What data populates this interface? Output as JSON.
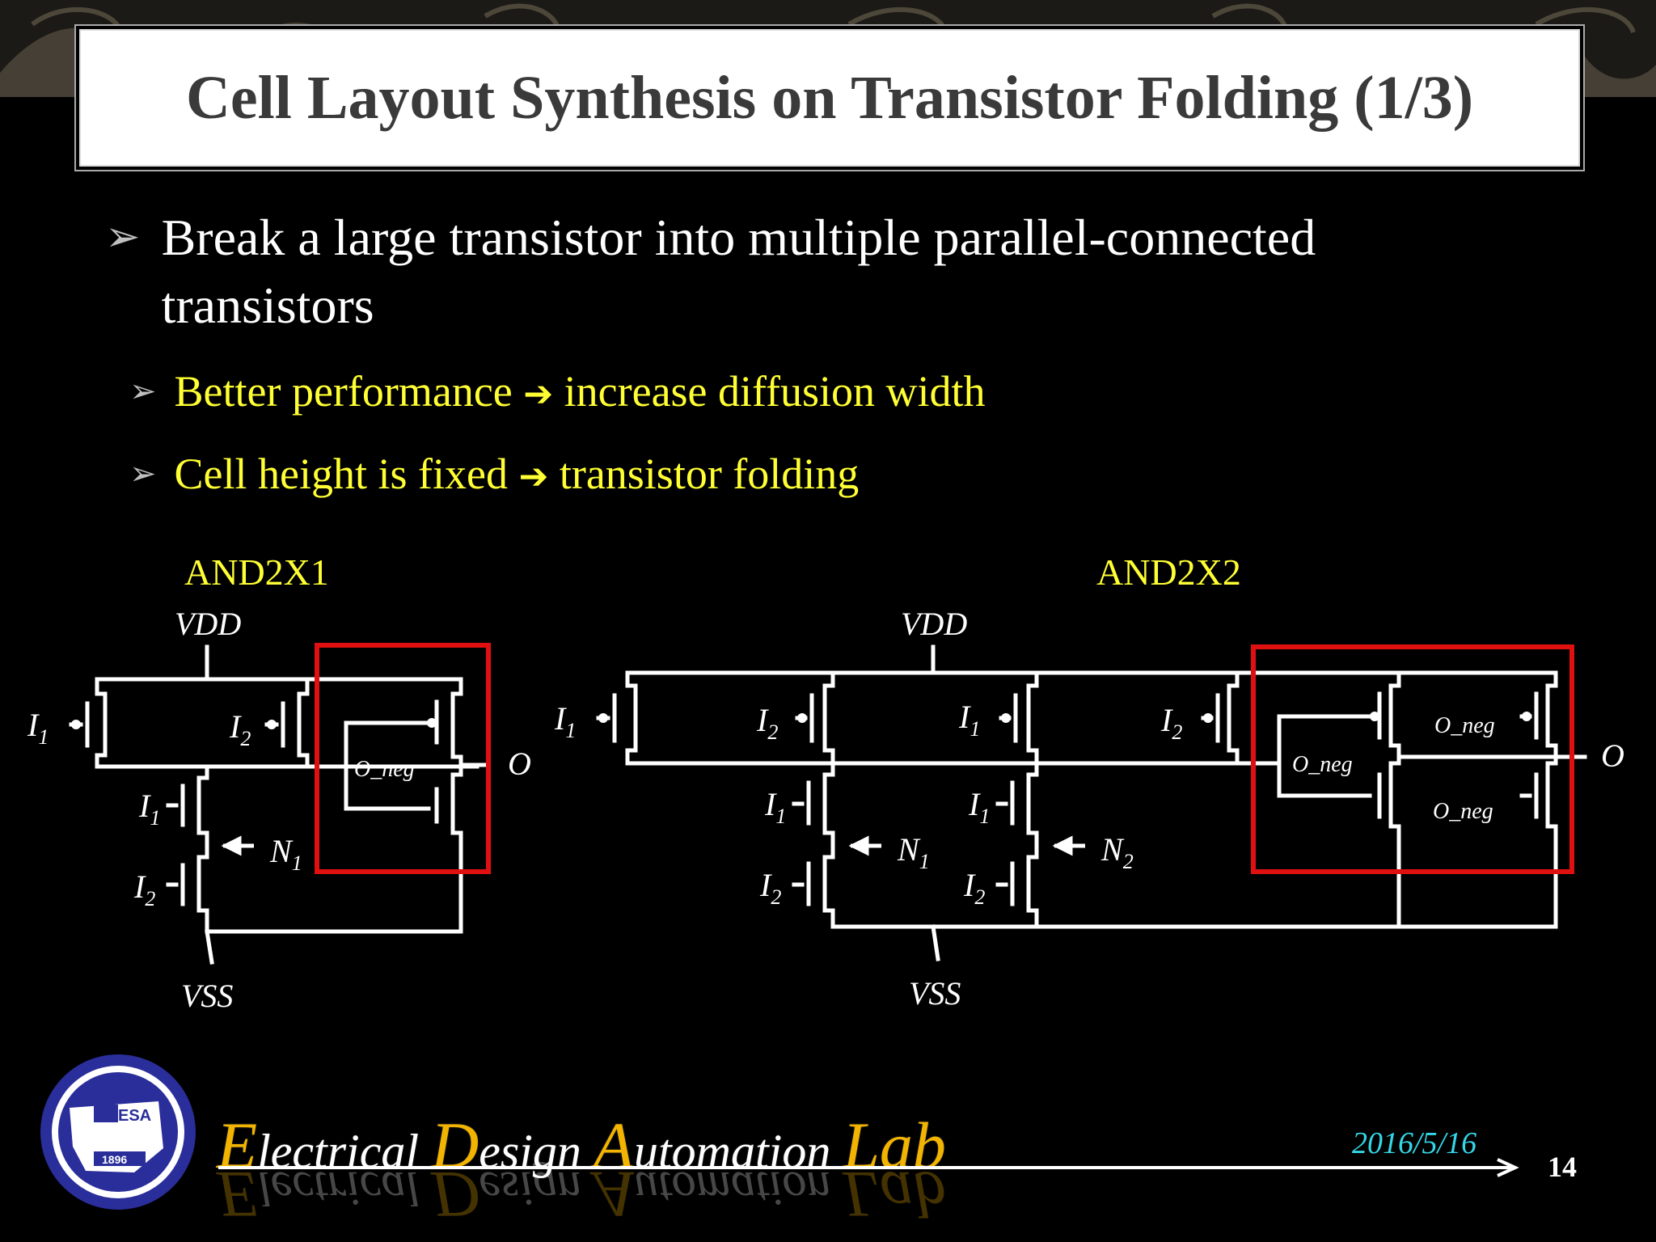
{
  "title": "Cell Layout Synthesis on Transistor Folding (1/3)",
  "bullets": {
    "main": "Break a large transistor into multiple parallel-connected transistors",
    "sub1_before": "Better performance",
    "sub1_after": "increase diffusion width",
    "sub2_before": "Cell height is fixed",
    "sub2_after": "transistor folding",
    "arrow_glyph": "➔",
    "bullet_glyph": "➢"
  },
  "diagram_left": {
    "cell_name": "AND2X1",
    "vdd": "VDD",
    "vss": "VSS",
    "input_1": "I",
    "input_1_sub": "1",
    "input_2": "I",
    "input_2_sub": "2",
    "node": "N",
    "node_sub": "1",
    "inverter_label": "O_neg",
    "output": "O"
  },
  "diagram_right": {
    "cell_name": "AND2X2",
    "vdd": "VDD",
    "vss": "VSS",
    "input_1": "I",
    "input_1_sub": "1",
    "input_2": "I",
    "input_2_sub": "2",
    "node_1": "N",
    "node_1_sub": "1",
    "node_2": "N",
    "node_2_sub": "2",
    "inverter_label": "O_neg",
    "gate_label": "O_neg",
    "output": "O"
  },
  "footer": {
    "lab_E": "E",
    "lab_rest1": "lectrical ",
    "lab_D": "D",
    "lab_rest2": "esign ",
    "lab_A": "A",
    "lab_rest3": "utomation ",
    "lab_L": "Lab",
    "logo_letters": "ESA",
    "logo_year": "1896",
    "date": "2016/5/16",
    "page": "14"
  },
  "colors": {
    "background": "#000000",
    "title_text": "#3a3a3a",
    "sub_bullet": "#ffff33",
    "highlight_box": "#e01010",
    "date": "#35d6e6",
    "lab_accent": "#f2b400",
    "logo_blue": "#2a2e9a"
  }
}
